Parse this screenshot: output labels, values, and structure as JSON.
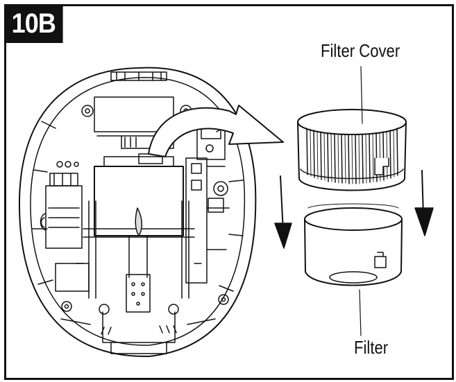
{
  "step": {
    "label": "10B"
  },
  "callouts": {
    "filter_cover": "Filter Cover",
    "filter": "Filter"
  },
  "colors": {
    "ink": "#111111",
    "paper": "#ffffff",
    "shade": "#dddddd"
  }
}
